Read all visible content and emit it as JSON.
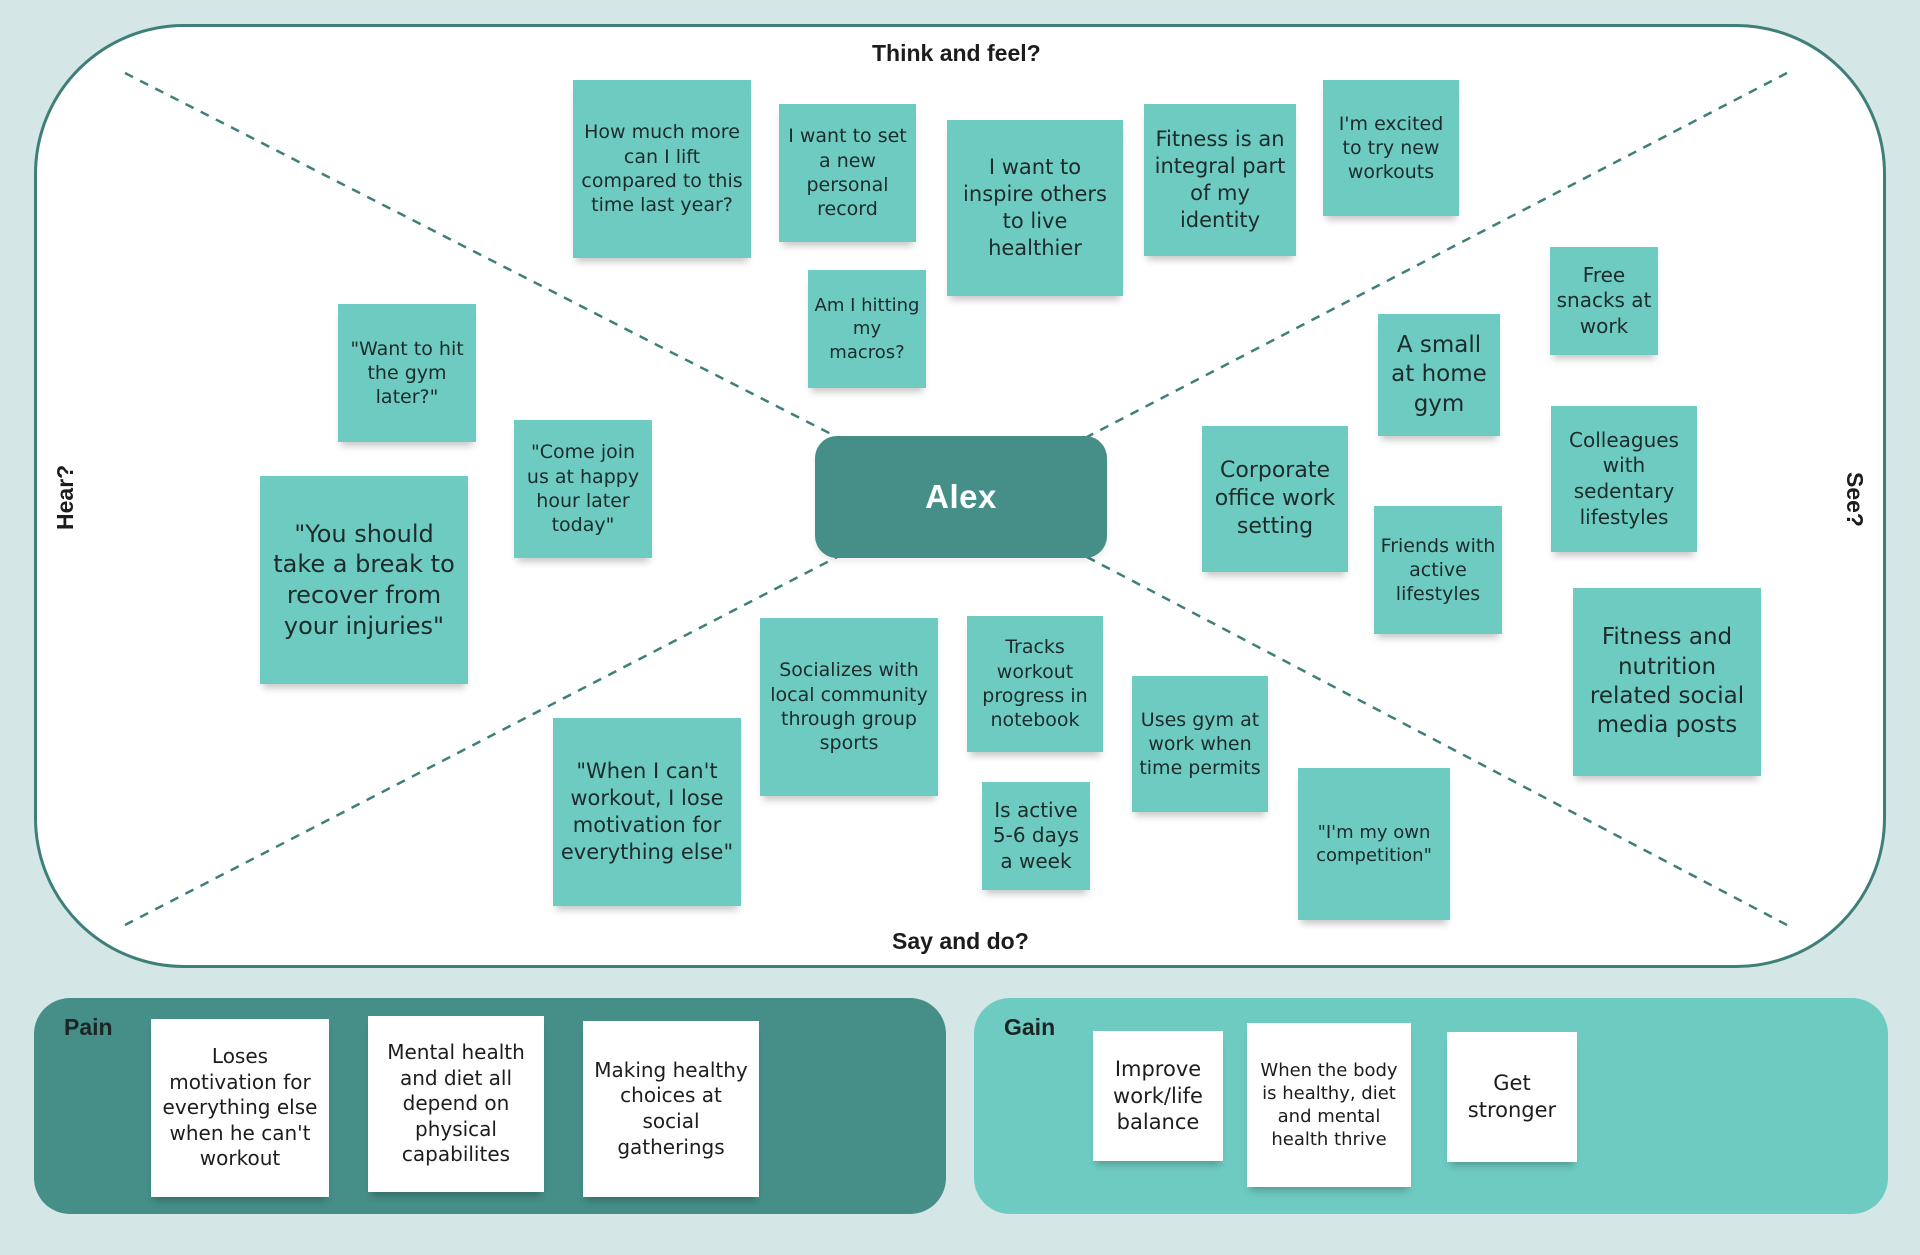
{
  "center": {
    "name": "Alex"
  },
  "quadrants": {
    "top": "Think and feel?",
    "left": "Hear?",
    "right": "See?",
    "bottom": "Say and do?"
  },
  "think_feel": [
    "How much more can I lift compared to this time last year?",
    "I want to set a new personal record",
    "I want to inspire others to live healthier",
    "Fitness is an integral part of my identity",
    "I'm excited to try new workouts",
    "Am I hitting my macros?"
  ],
  "hear": [
    "\"Want to hit the gym later?\"",
    "\"Come join us at happy hour later today\"",
    "\"You should take a break to recover from your injuries\""
  ],
  "see": [
    "Free snacks at work",
    "A small at home gym",
    "Corporate office work setting",
    "Colleagues with sedentary lifestyles",
    "Friends with active lifestyles",
    "Fitness and nutrition related social media posts"
  ],
  "say_do": [
    "Socializes with local community through group sports",
    "Tracks workout progress in notebook",
    "Uses gym at work when time permits",
    "\"When I can't workout, I lose motivation for everything else\"",
    "Is active 5-6 days a week",
    "\"I'm my own competition\""
  ],
  "pain": {
    "title": "Pain",
    "notes": [
      "Loses motivation for everything else when he can't workout",
      "Mental health and diet all depend on physical capabilites",
      "Making healthy choices at social gatherings"
    ]
  },
  "gain": {
    "title": "Gain",
    "notes": [
      "Improve work/life balance",
      "When the body is healthy, diet and mental health thrive",
      "Get stronger"
    ]
  },
  "colors": {
    "background": "#d4e6e5",
    "teal_dark": "#468e88",
    "teal_light": "#6ecbc2",
    "note_white": "#ffffff"
  }
}
